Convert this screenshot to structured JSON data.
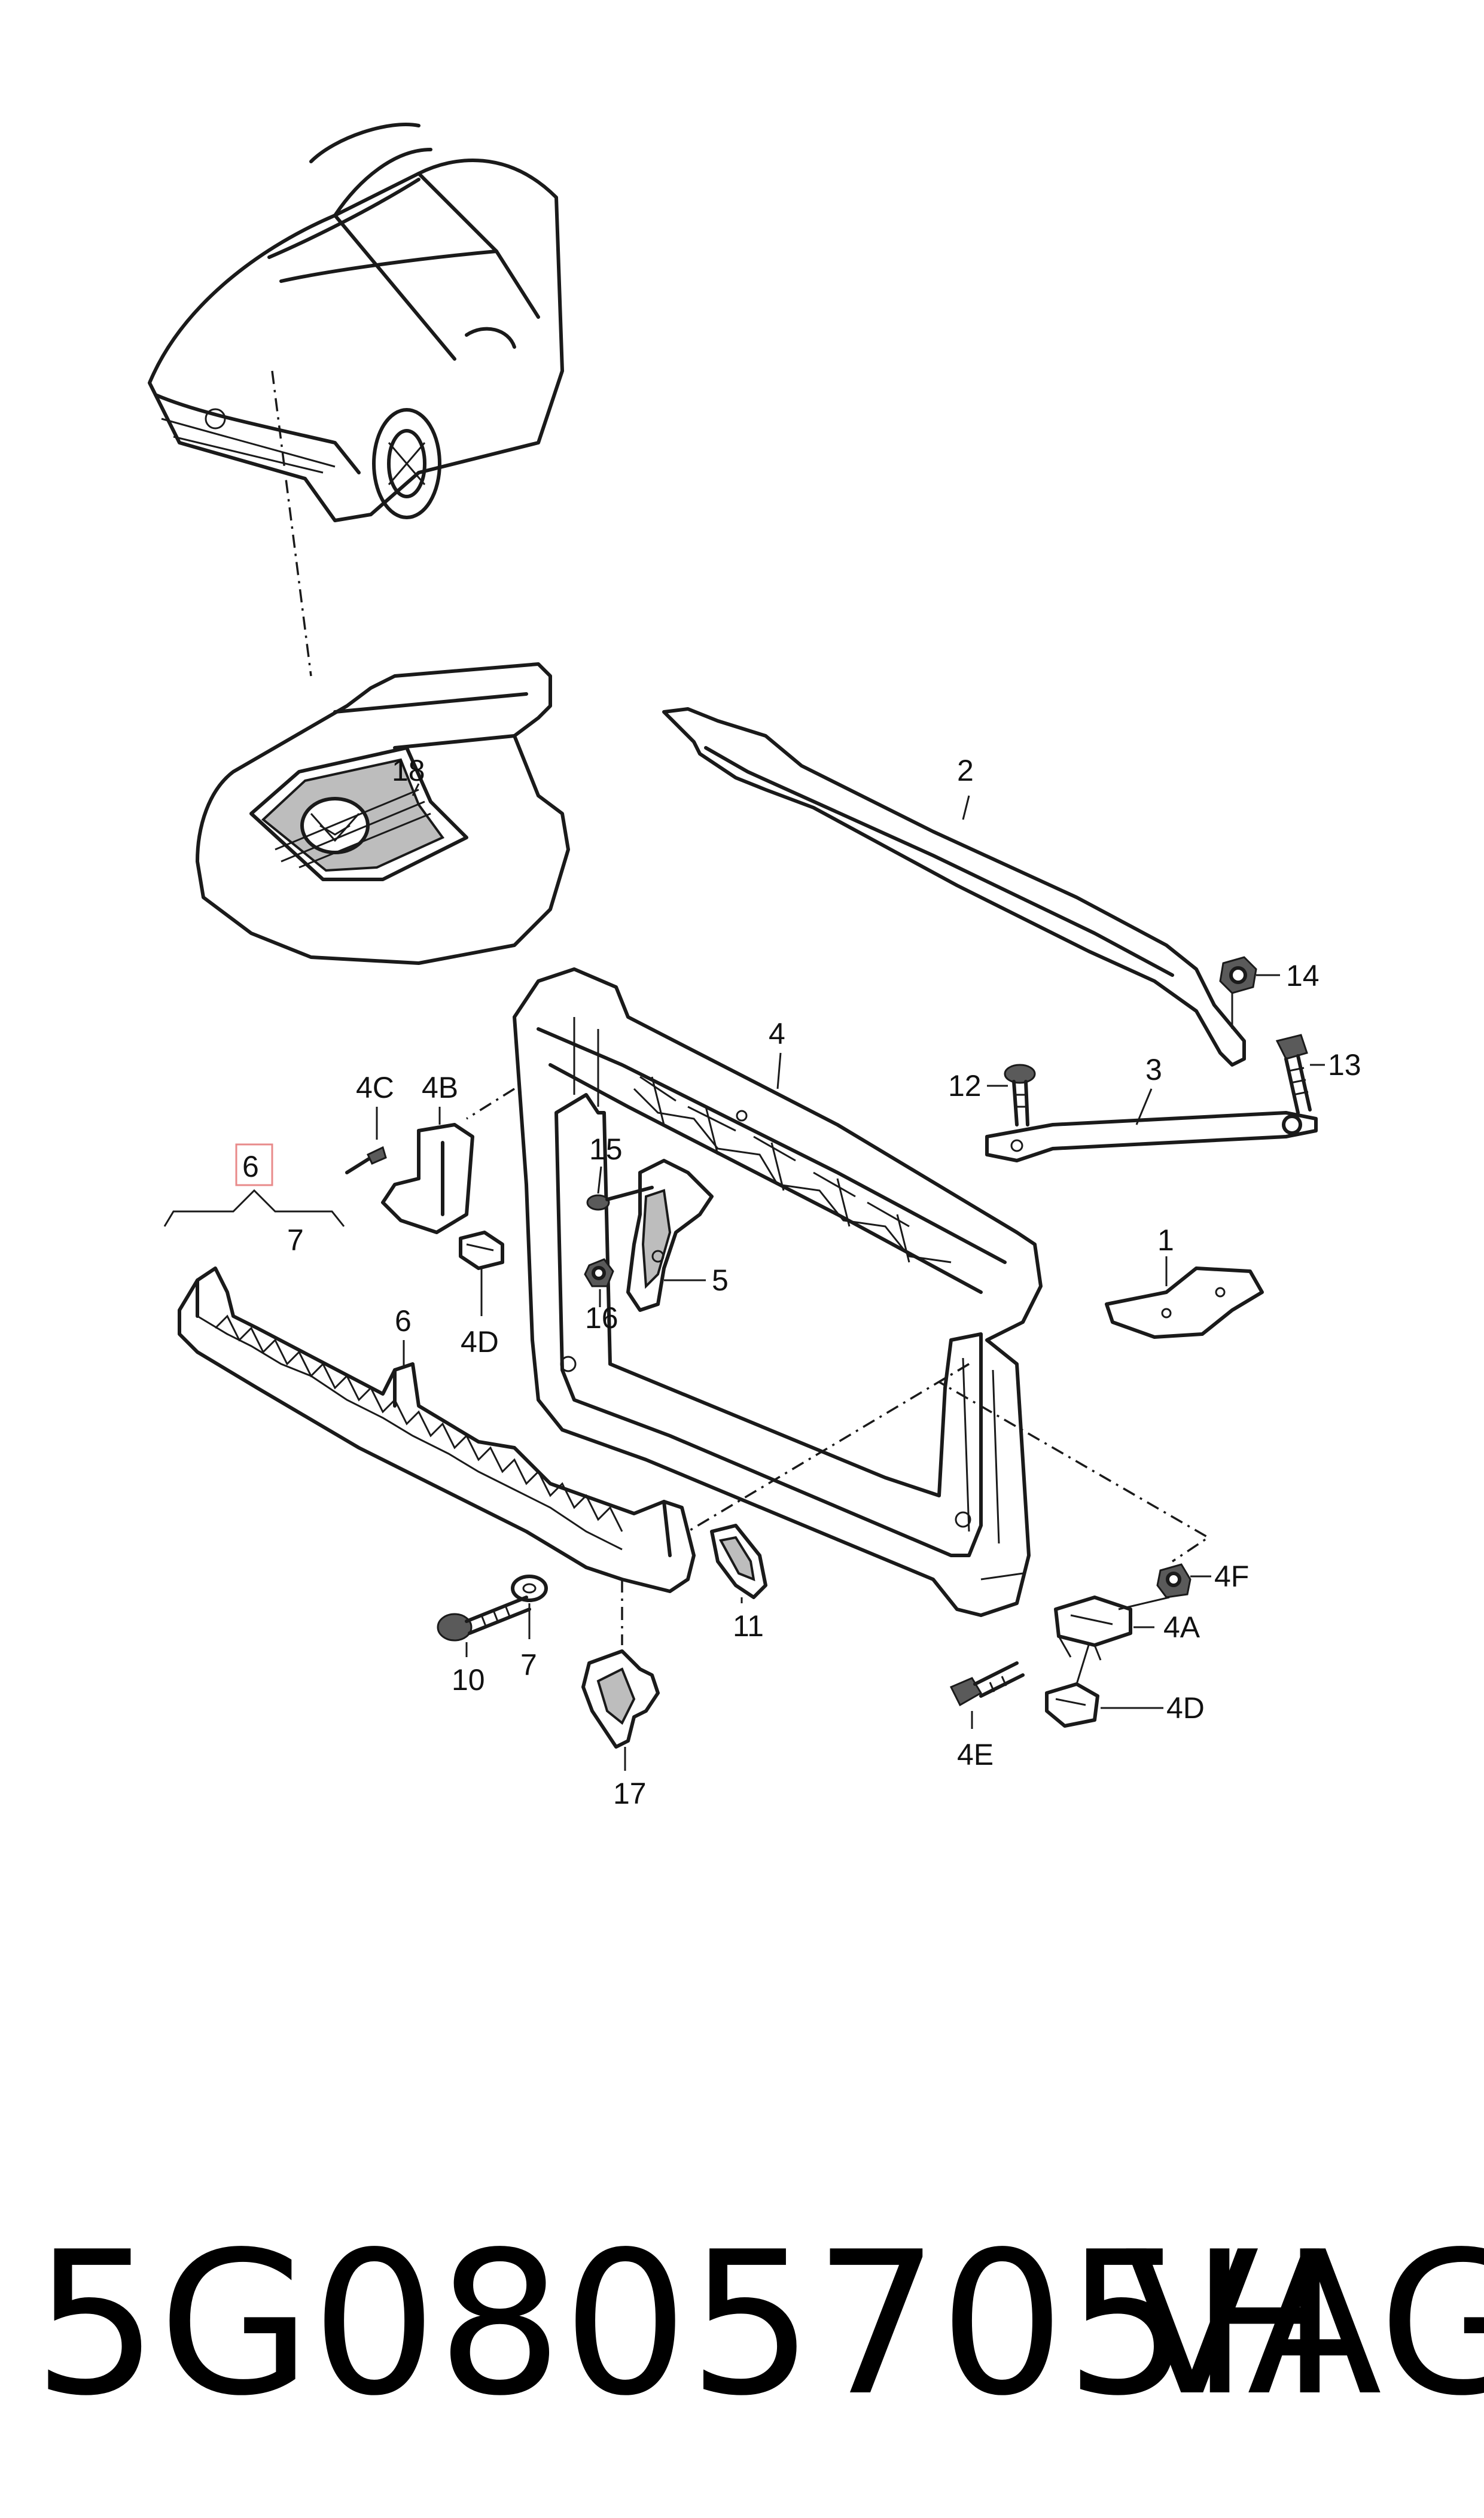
{
  "callouts": {
    "c1": "1",
    "c2": "2",
    "c3": "3",
    "c4": "4",
    "c4a": "4A",
    "c4b": "4B",
    "c4c": "4C",
    "c4d_left": "4D",
    "c4d_right": "4D",
    "c4e": "4E",
    "c4f": "4F",
    "c5": "5",
    "c6_box": "6",
    "c6": "6",
    "c7_top": "7",
    "c7_bottom": "7",
    "c10": "10",
    "c11": "11",
    "c12": "12",
    "c13": "13",
    "c14": "14",
    "c15": "15",
    "c16": "16",
    "c17": "17",
    "c18": "18"
  },
  "highlight_color": "#e88a8a",
  "footer": {
    "part_number": "5G0805705H",
    "brand": "VAG"
  }
}
